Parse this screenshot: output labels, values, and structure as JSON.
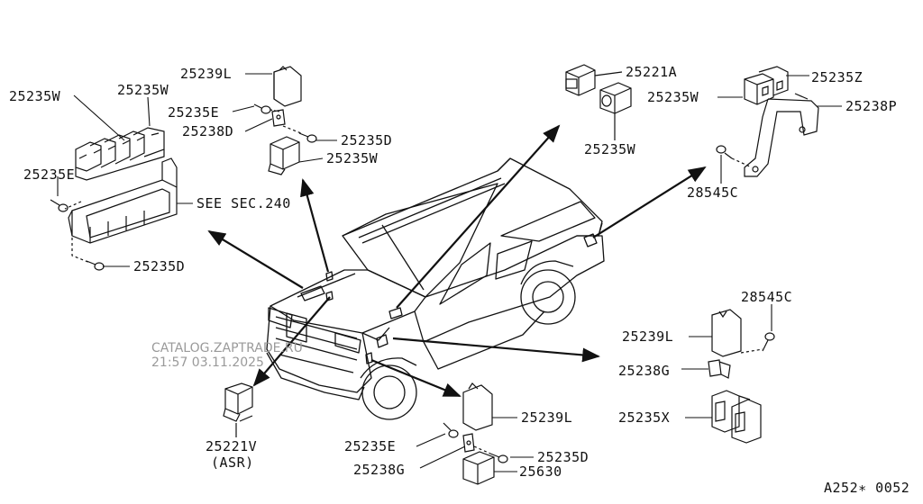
{
  "parts": {
    "relay_box_left": {
      "label_w1": "25235W",
      "label_w2": "25235W",
      "label_e": "25235E",
      "label_see": "SEE SEC.240",
      "label_d": "25235D"
    },
    "upper_center": {
      "label_l": "25239L",
      "label_e": "25235E",
      "label_g": "25238D",
      "label_d": "25235D",
      "label_w": "25235W"
    },
    "asr": {
      "label_v": "25221V",
      "label_asr": "(ASR)"
    },
    "top_right_relays": {
      "label_a": "25221A",
      "label_w": "25235W"
    },
    "bracket_right": {
      "label_z": "25235Z",
      "label_w": "25235W",
      "label_p": "25238P",
      "label_c": "28545C"
    },
    "right_middle": {
      "label_c": "28545C",
      "label_l": "25239L",
      "label_g": "25238G",
      "label_x": "25235X"
    },
    "lower_center": {
      "label_l": "25239L",
      "label_e": "25235E",
      "label_d": "25235D",
      "label_g": "25238G",
      "label_630": "25630"
    }
  },
  "watermark": {
    "line1": "CATALOG.ZAPTRADE.RU",
    "line2": "21:57 03.11.2025"
  },
  "footer": {
    "code": "A252∗ 0052"
  },
  "colors": {
    "line": "#111111",
    "watermark": "#9a9a9a",
    "background": "#ffffff"
  }
}
